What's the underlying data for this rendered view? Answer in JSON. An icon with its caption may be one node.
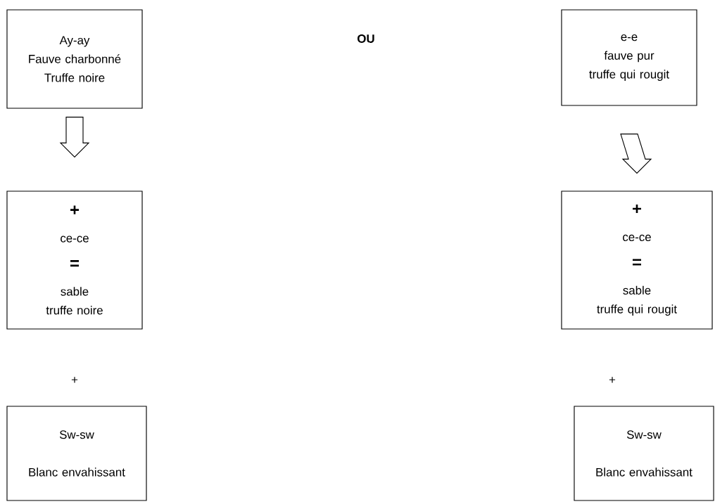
{
  "diagram": {
    "nodes": [
      {
        "text": [
          "Ay-ay",
          "Fauve charbonné",
          "Truffe noire"
        ]
      },
      {
        "text": [
          "e-e",
          "fauve pur",
          "truffe qui rougit"
        ]
      },
      {
        "text": [
          "+",
          "ce-ce",
          "=",
          "sable",
          "truffe noire"
        ]
      },
      {
        "text": [
          "+",
          "ce-ce",
          "=",
          "sable",
          "truffe qui rougit"
        ]
      },
      {
        "text": [
          "Sw-sw",
          "Blanc envahissant"
        ]
      },
      {
        "text": [
          "Sw-sw",
          "Blanc envahissant"
        ]
      }
    ],
    "edges": [
      {
        "from": 0,
        "to": 2,
        "arrow": "to"
      },
      {
        "from": 1,
        "to": 3,
        "arrow": "to"
      }
    ],
    "labels": [
      "OU",
      "+",
      "+"
    ]
  }
}
